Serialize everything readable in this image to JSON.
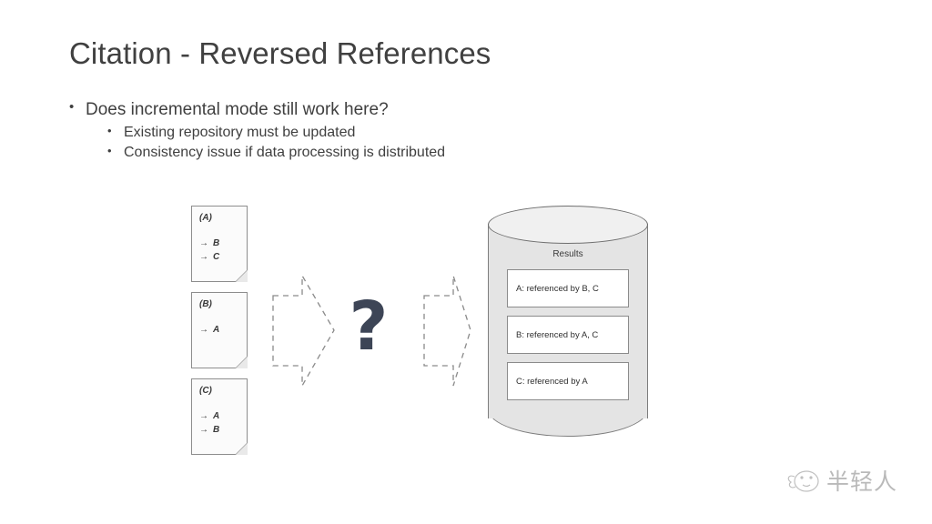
{
  "slide": {
    "title": "Citation - Reversed References",
    "bullets": [
      {
        "level": 1,
        "marker": "•",
        "text": "Does incremental mode still work here?"
      },
      {
        "level": 2,
        "marker": "•",
        "text": "Existing repository must be updated"
      },
      {
        "level": 2,
        "marker": "•",
        "text": "Consistency issue if data processing is distributed"
      }
    ]
  },
  "diagram": {
    "input_documents": [
      {
        "label": "(A)",
        "arrow": "→",
        "refs": [
          "B",
          "C"
        ]
      },
      {
        "label": "(B)",
        "arrow": "→",
        "refs": [
          "A"
        ]
      },
      {
        "label": "(C)",
        "arrow": "→",
        "refs": [
          "A",
          "B"
        ]
      }
    ],
    "flow": {
      "arrow_left_name": "dashed-block-arrow",
      "question_mark": "?",
      "arrow_right_name": "dashed-block-arrow"
    },
    "database": {
      "title": "Results",
      "rows": [
        "A: referenced by B, C",
        "B: referenced by A, C",
        "C: referenced by A"
      ]
    }
  },
  "watermark": {
    "text": "半轻人"
  },
  "colors": {
    "title": "#404040",
    "body_text": "#3f3f3f",
    "question_mark": "#3d4556",
    "cylinder_fill": "#e4e4e4",
    "cylinder_stroke": "#7d7d7d",
    "card_fill": "#fbfbfb",
    "card_stroke": "#8d8d8d",
    "arrow_stroke": "#8a8a8a",
    "background": "#ffffff"
  }
}
